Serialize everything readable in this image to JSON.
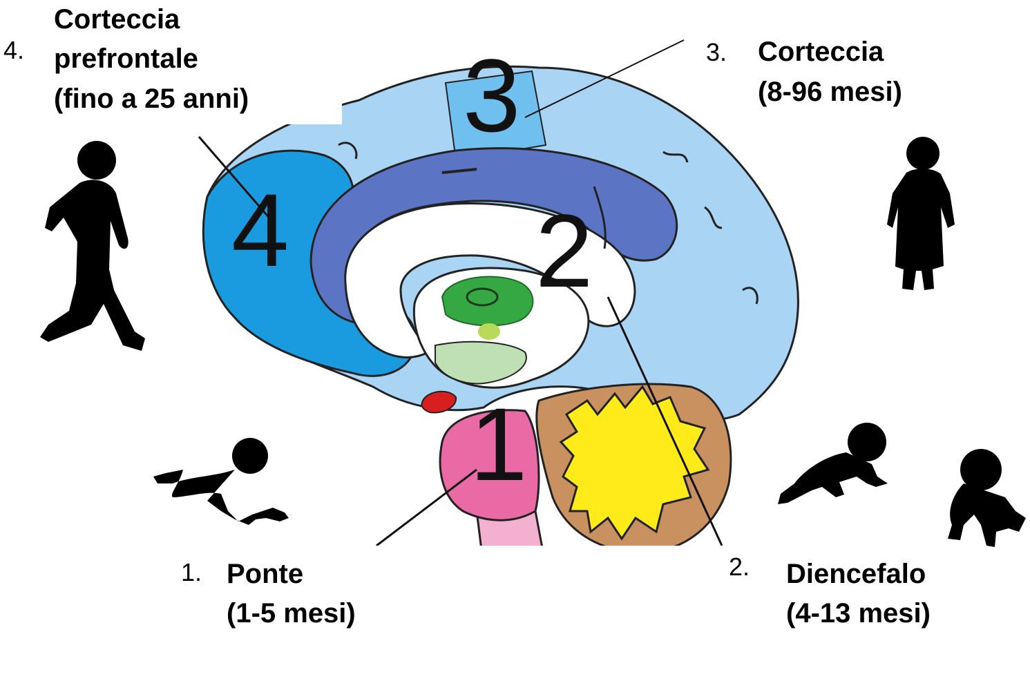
{
  "regions": {
    "pons": {
      "marker": "1",
      "number": "1.",
      "name": "Ponte",
      "age": "(1-5 mesi)",
      "color": "#e96aa4"
    },
    "diencephalon": {
      "marker": "2",
      "number": "2.",
      "name": "Diencefalo",
      "age": "(4-13 mesi)",
      "color": "#ffffff"
    },
    "cortex": {
      "marker": "3",
      "number": "3.",
      "name": "Corteccia",
      "age": "(8-96 mesi)",
      "color": "#a9d4f3"
    },
    "prefrontal": {
      "marker": "4",
      "number": "4.",
      "name_line1": "Corteccia",
      "name_line2": "prefrontale",
      "age": "(fino a 25 anni)",
      "color": "#1a9be0"
    }
  },
  "colors": {
    "limbic": "#5b74c3",
    "cerebellum": "#c99060",
    "arbor_vitae": "#ffeb1a",
    "thalamus": "#36a843",
    "brainstem": "#f3b1cf",
    "amygdala": "#d81e1e"
  },
  "icons": [
    "walking-child-icon",
    "standing-toddler-icon",
    "crawling-baby-icon",
    "crawling-baby-icon",
    "crawling-baby-icon"
  ]
}
